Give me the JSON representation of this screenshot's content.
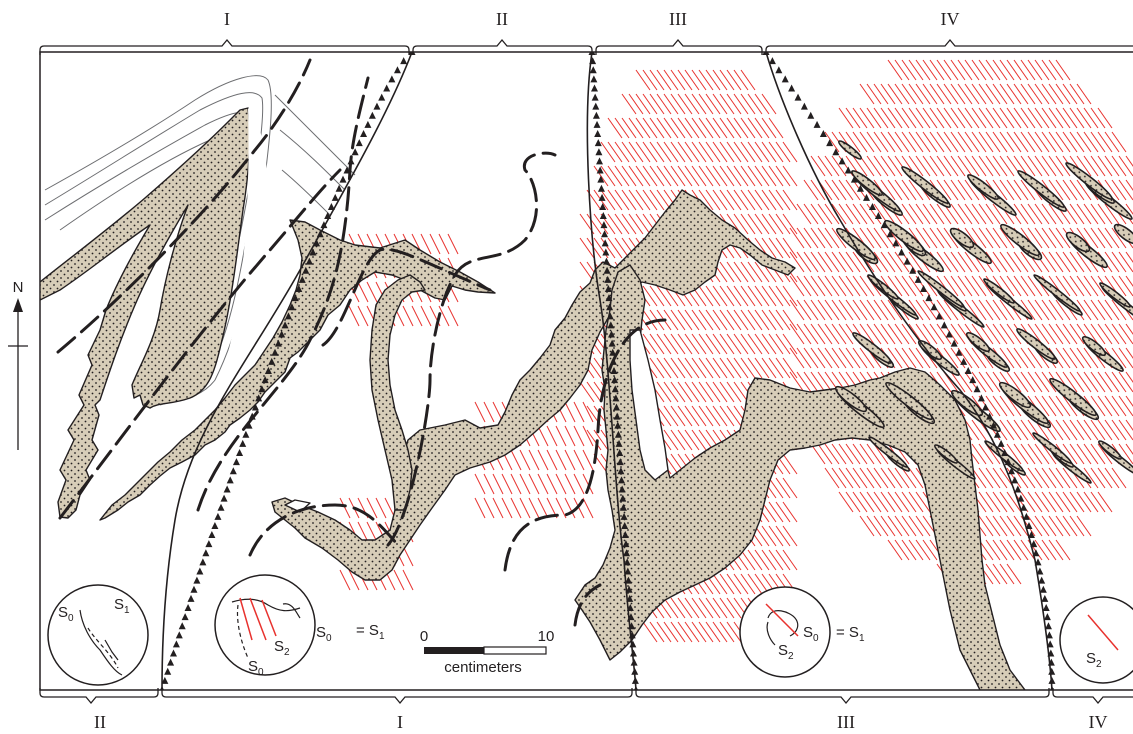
{
  "top_zones": [
    "I",
    "II",
    "III",
    "IV"
  ],
  "bottom_zones": [
    "II",
    "I",
    "III",
    "IV"
  ],
  "north": "N",
  "scale": {
    "min": "0",
    "max": "10",
    "unit": "centimeters"
  },
  "insets": {
    "a": {
      "s0": "S",
      "s0_sub": "0",
      "s1": "S",
      "s1_sub": "1"
    },
    "b": {
      "s2": "S",
      "s2_sub": "2",
      "s0a": "S",
      "s0a_sub": "0",
      "s0b": "S",
      "s0b_sub": "0",
      "eq": "= S",
      "eq_sub": "1"
    },
    "c": {
      "s2": "S",
      "s2_sub": "2",
      "s0": "S",
      "s0_sub": "0",
      "eq": "= S",
      "eq_sub": "1"
    },
    "d": {
      "s2": "S",
      "s2_sub": "2"
    }
  },
  "colors": {
    "layer_fill": "#d7cdb8",
    "cleavage": "#e8322e",
    "ink": "#231f20"
  }
}
